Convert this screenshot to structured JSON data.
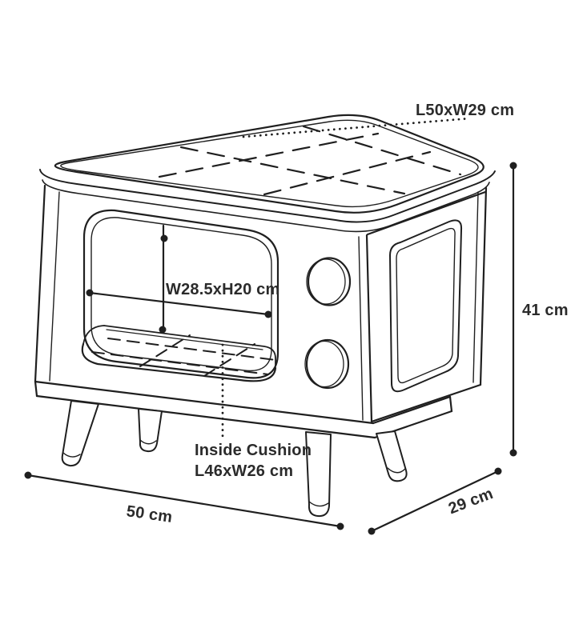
{
  "page": {
    "background": "#ffffff"
  },
  "diagram": {
    "subject": "retro-tv-style-pet-house-dimension-drawing",
    "style": "black line art on white, isometric product dimension diagram",
    "line_color": "#1f1f1f",
    "text_color": "#2b2b2b",
    "labels": {
      "top_cushion": "L50xW29 cm",
      "front_opening": "W28.5xH20 cm",
      "overall_height": "41 cm",
      "inside_cushion_title": "Inside Cushion",
      "inside_cushion_size": "L46xW26 cm",
      "overall_width": "50 cm",
      "overall_depth": "29 cm"
    }
  }
}
